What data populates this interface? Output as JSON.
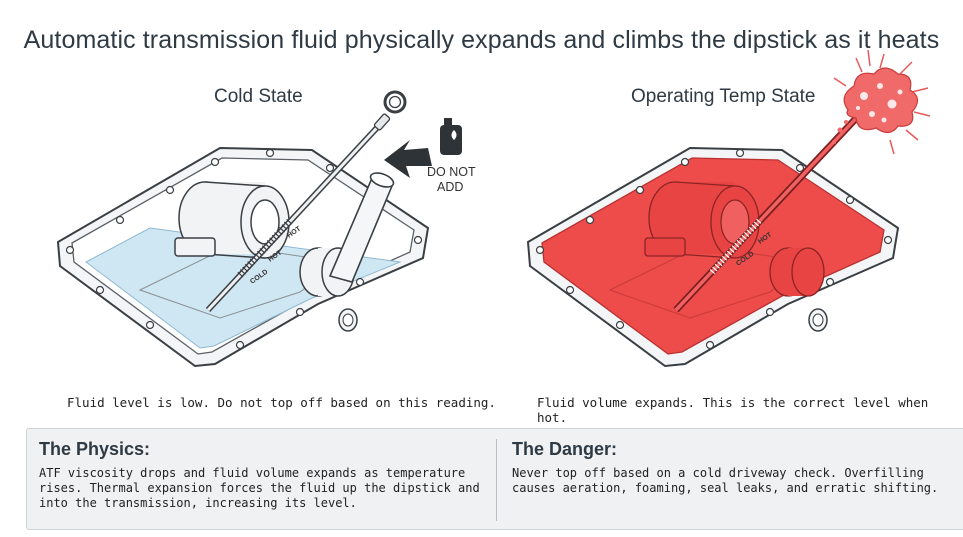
{
  "title": "Automatic transmission fluid physically expands and climbs the dipstick as it heats",
  "cold": {
    "heading": "Cold State",
    "warning_line1": "DO NOT",
    "warning_line2": "ADD",
    "dipstick_hot": "HOT",
    "dipstick_hot2": "HOT",
    "dipstick_cold": "COLD",
    "caption": "Fluid level is low. Do not top off based on this reading.",
    "fluid_color": "#cfe6f3"
  },
  "hot": {
    "heading": "Operating Temp State",
    "dipstick_hot": "HOT",
    "dipstick_cold": "COLD",
    "caption": "Fluid volume expands. This is the correct level when hot.",
    "fluid_color": "#ee4b4b"
  },
  "physics": {
    "heading": "The Physics:",
    "body": "ATF viscosity drops and fluid volume expands as temperature rises. Thermal expansion forces the fluid up the dipstick and into the transmission, increasing its level."
  },
  "danger": {
    "heading": "The Danger:",
    "body": "Never top off based on a cold driveway check. Overfilling causes aeration, foaming, seal leaks, and erratic shifting."
  }
}
